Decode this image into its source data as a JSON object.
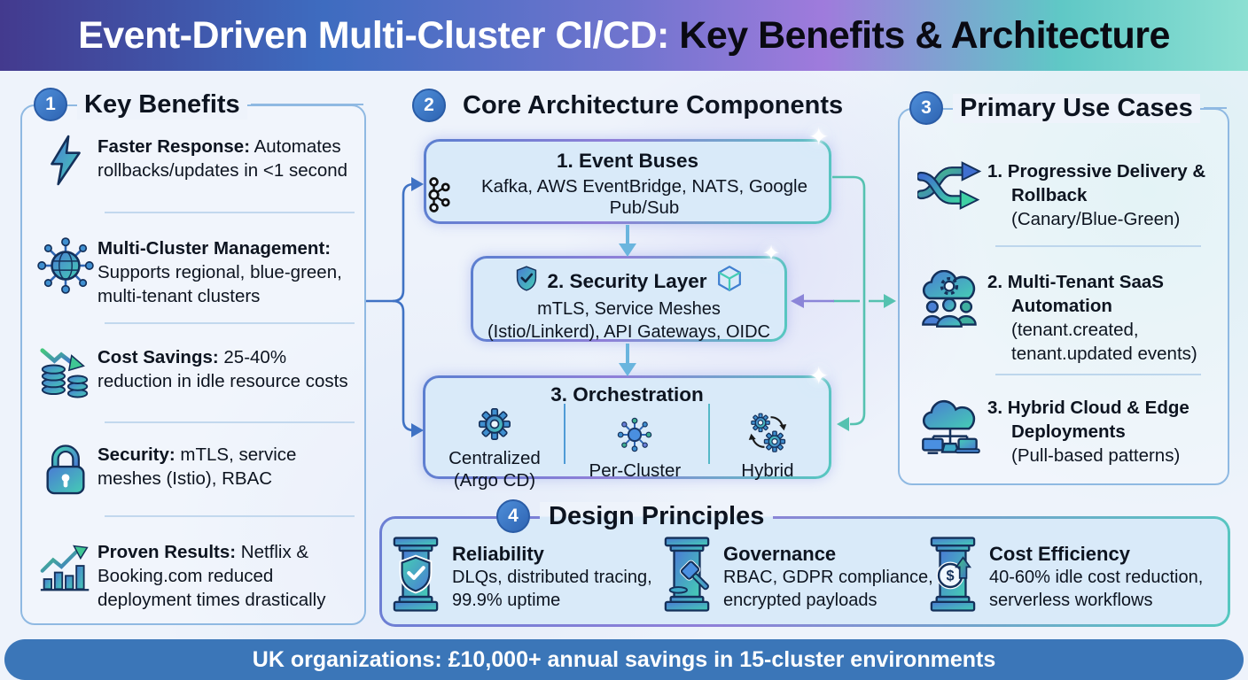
{
  "header": {
    "title_white": "Event-Driven Multi-Cluster CI/CD: ",
    "title_dark": "Key Benefits & Architecture"
  },
  "key_benefits": {
    "number": "1",
    "title": "Key Benefits",
    "items": [
      {
        "icon": "lightning-icon",
        "label": "Faster Response:",
        "text": " Automates rollbacks/updates in <1 second"
      },
      {
        "icon": "globe-network-icon",
        "label": "Multi-Cluster Management:",
        "text": " Supports regional, blue-green, multi-tenant clusters"
      },
      {
        "icon": "coins-down-icon",
        "label": "Cost Savings:",
        "text": " 25-40% reduction in idle resource costs"
      },
      {
        "icon": "padlock-icon",
        "label": "Security:",
        "text": " mTLS, service meshes (Istio), RBAC"
      },
      {
        "icon": "growth-chart-icon",
        "label": "Proven Results:",
        "text": " Netflix & Booking.com reduced deployment times drastically"
      }
    ]
  },
  "architecture": {
    "number": "2",
    "title": "Core Architecture Components",
    "event_buses": {
      "title": "1. Event Buses",
      "text": "Kafka, AWS EventBridge, NATS, Google Pub/Sub"
    },
    "security_layer": {
      "title": "2. Security Layer",
      "text": "mTLS, Service Meshes (Istio/Linkerd), API Gateways, OIDC"
    },
    "orchestration": {
      "title": "3. Orchestration",
      "options": [
        {
          "icon": "gear-icon",
          "label": "Centralized (Argo CD)"
        },
        {
          "icon": "hub-icon",
          "label": "Per-Cluster"
        },
        {
          "icon": "gears-sync-icon",
          "label": "Hybrid"
        }
      ]
    }
  },
  "use_cases": {
    "number": "3",
    "title": "Primary Use Cases",
    "items": [
      {
        "icon": "shuffle-arrows-icon",
        "title": "1. Progressive Delivery & Rollback",
        "subtitle": "(Canary/Blue-Green)"
      },
      {
        "icon": "cloud-tenants-icon",
        "title": "2. Multi-Tenant SaaS Automation",
        "subtitle": "(tenant.created, tenant.updated events)"
      },
      {
        "icon": "cloud-edge-icon",
        "title": "3. Hybrid Cloud & Edge Deployments",
        "subtitle": "(Pull-based patterns)"
      }
    ]
  },
  "design_principles": {
    "number": "4",
    "title": "Design Principles",
    "items": [
      {
        "icon": "pillar-shield-icon",
        "title": "Reliability",
        "text": "DLQs, distributed tracing, 99.9% uptime"
      },
      {
        "icon": "pillar-gavel-icon",
        "title": "Governance",
        "text": "RBAC, GDPR compliance, encrypted payloads"
      },
      {
        "icon": "pillar-dollar-icon",
        "title": "Cost Efficiency",
        "text": "40-60% idle cost reduction, serverless workflows"
      }
    ]
  },
  "footer": {
    "text": "UK organizations: £10,000+ annual savings in 15-cluster environments"
  },
  "colors": {
    "accent_blue": "#3b7ac8",
    "teal": "#4ecfb7",
    "purple": "#8f7fd8",
    "footer_blue": "#3b76b8",
    "box_fill": "#d9eaf9",
    "connector_blue": "#3f72c4",
    "connector_teal": "#55c2b0"
  }
}
